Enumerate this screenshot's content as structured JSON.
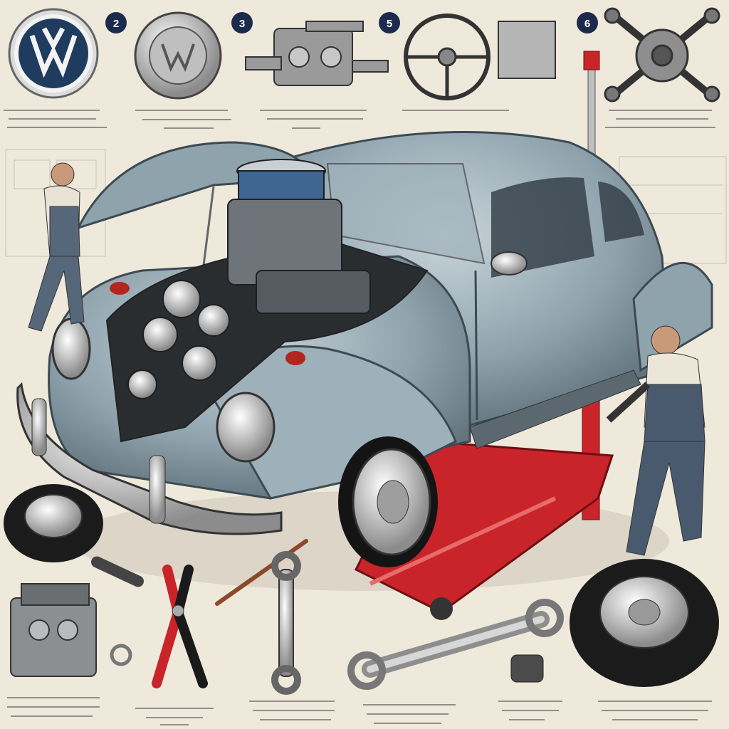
{
  "steps": [
    {
      "number": "2"
    },
    {
      "number": "3"
    },
    {
      "number": "5"
    },
    {
      "number": "6"
    }
  ],
  "jack_brand": "",
  "icons": [
    "vw-logo-icon",
    "hubcap-icon",
    "engine-part-icon",
    "steering-wheel-icon",
    "engine-cross-icon",
    "wrench-icon",
    "pliers-icon",
    "jack-stand-icon",
    "tire-icon"
  ],
  "colors": {
    "background": "#efe9dc",
    "car_body": "#8fa3ad",
    "jack_red": "#c9242a",
    "badge": "#1c2b4b"
  }
}
